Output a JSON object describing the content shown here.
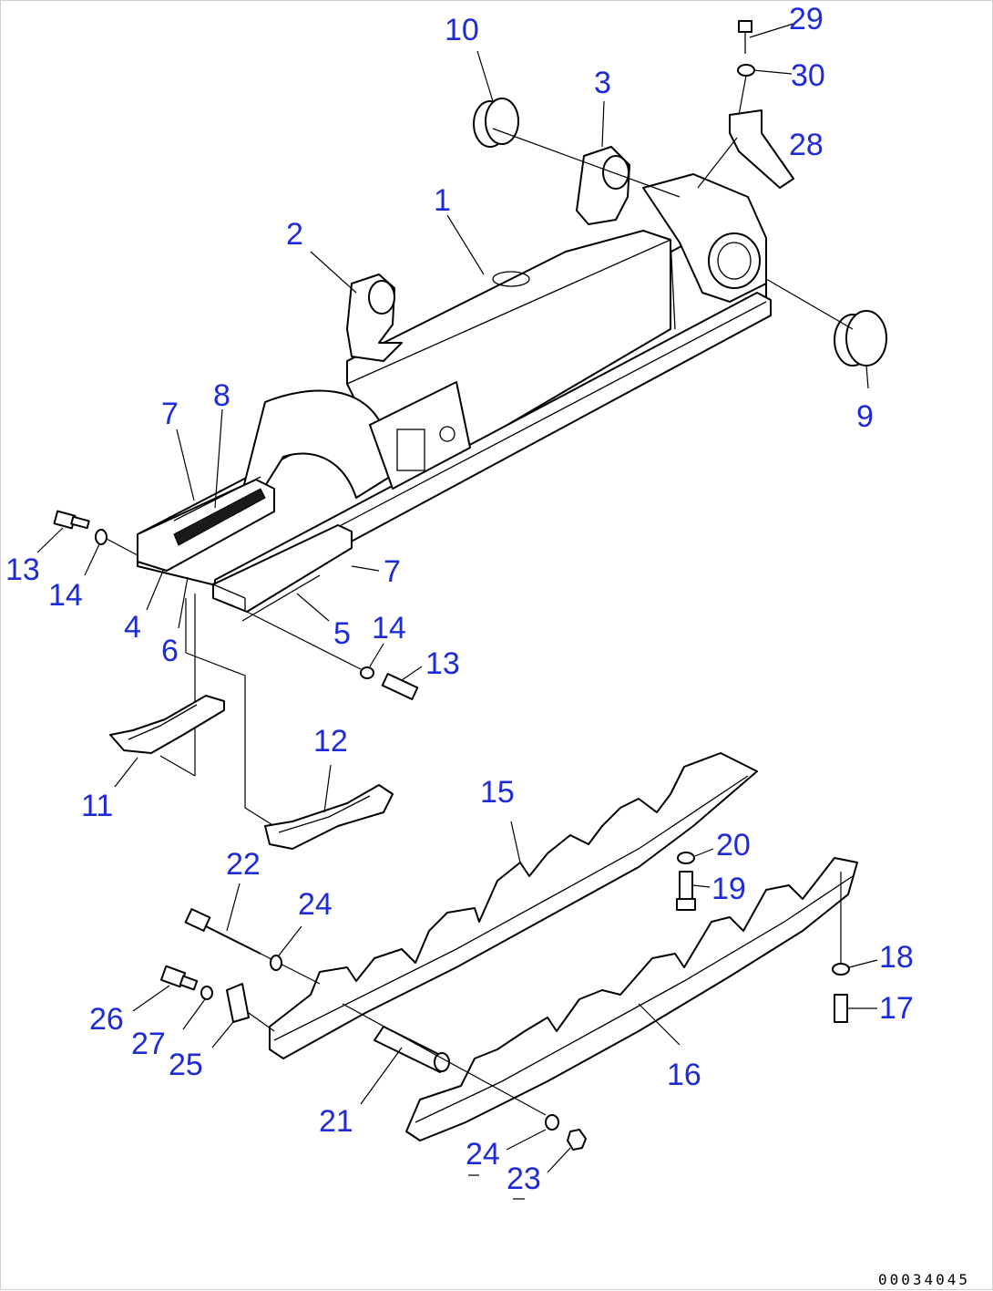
{
  "diagram": {
    "callouts": {
      "c1": "1",
      "c2": "2",
      "c3": "3",
      "c4": "4",
      "c5": "5",
      "c6": "6",
      "c7a": "7",
      "c7b": "7",
      "c8": "8",
      "c9": "9",
      "c10": "10",
      "c11": "11",
      "c12": "12",
      "c13a": "13",
      "c13b": "13",
      "c14a": "14",
      "c14b": "14",
      "c15": "15",
      "c16": "16",
      "c17": "17",
      "c18": "18",
      "c19": "19",
      "c20": "20",
      "c21": "21",
      "c22": "22",
      "c23": "23",
      "c24a": "24",
      "c24b": "24",
      "c25": "25",
      "c26": "26",
      "c27": "27",
      "c28": "28",
      "c29": "29",
      "c30": "30"
    },
    "drawing_number": "00034045",
    "callout_color": "#1f2bd6"
  }
}
